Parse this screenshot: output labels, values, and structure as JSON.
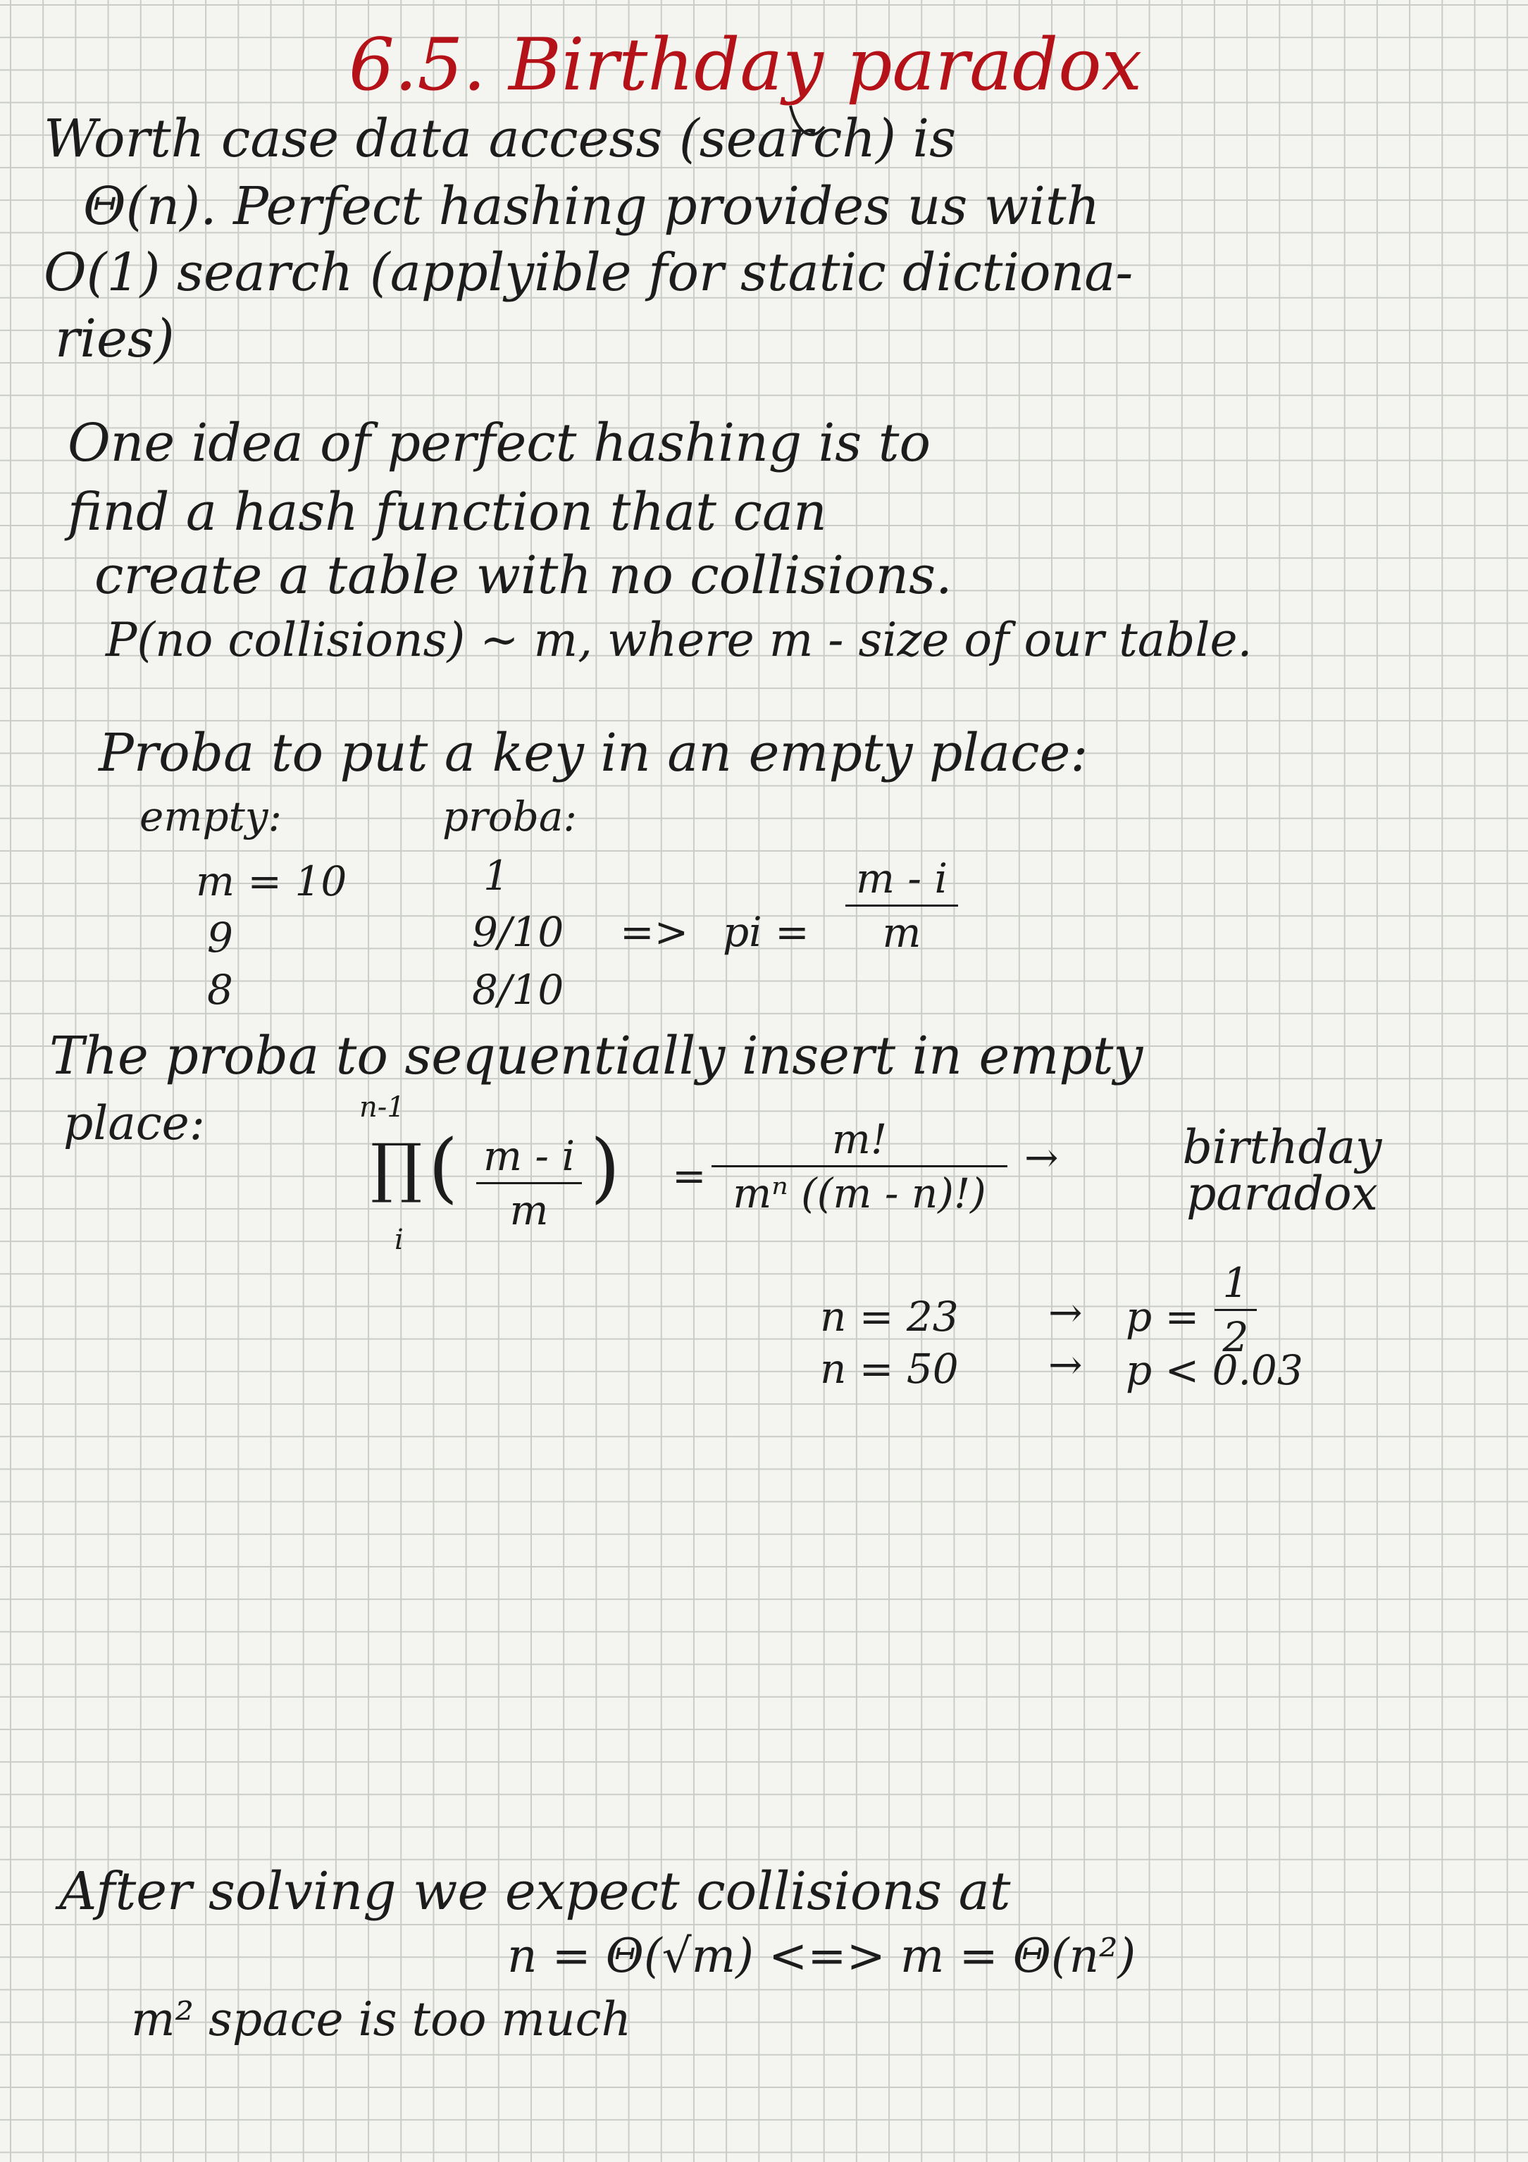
{
  "title": "6.5. Birthday paradox",
  "intro": {
    "line1": "Worth case data access (search) is",
    "line2": "Θ(n). Perfect hashing provides us with",
    "line3": "O(1) search (applyible for static dictiona-",
    "line4": "ries)"
  },
  "idea": {
    "line1": "One idea of perfect hashing is to",
    "line2": "find a hash function that can",
    "line3": "create a table with no collisions.",
    "line4": "P(no collisions) ~ m, where m - size of our table."
  },
  "proba_section": {
    "heading": "Proba to put a key in an empty place:",
    "col_empty": "empty:",
    "col_proba": "proba:",
    "empty_values": [
      "m = 10",
      "9",
      "8"
    ],
    "proba_values": [
      "1",
      "9/10",
      "8/10"
    ],
    "arrow": "=>",
    "pi_label": "pi =",
    "pi_numerator": "m - i",
    "pi_denominator": "m"
  },
  "sequential": {
    "line1": "The proba to sequentially insert in empty",
    "line2": "place:",
    "product_upper": "n-1",
    "product_symbol": "∏",
    "product_lower": "i",
    "term_numerator": "m - i",
    "term_denominator": "m",
    "equals": "=",
    "result_numerator": "m!",
    "result_denominator": "mⁿ ((m - n)!)",
    "arrow": "→",
    "label": "birthday paradox"
  },
  "examples": [
    {
      "n": "n = 23",
      "arrow": "→",
      "p_label": "p =",
      "p_num": "1",
      "p_den": "2"
    },
    {
      "n": "n = 50",
      "arrow": "→",
      "p_text": "p < 0.03"
    }
  ],
  "conclusion": {
    "line1": "After solving we expect collisions at",
    "line2": "n = Θ(√m) <=> m = Θ(n²)",
    "line3": "m² space is too much"
  },
  "colors": {
    "title": "#b41218",
    "ink": "#1c1c1c",
    "paper": "#f4f5f0",
    "grid": "#c9ccc7"
  }
}
